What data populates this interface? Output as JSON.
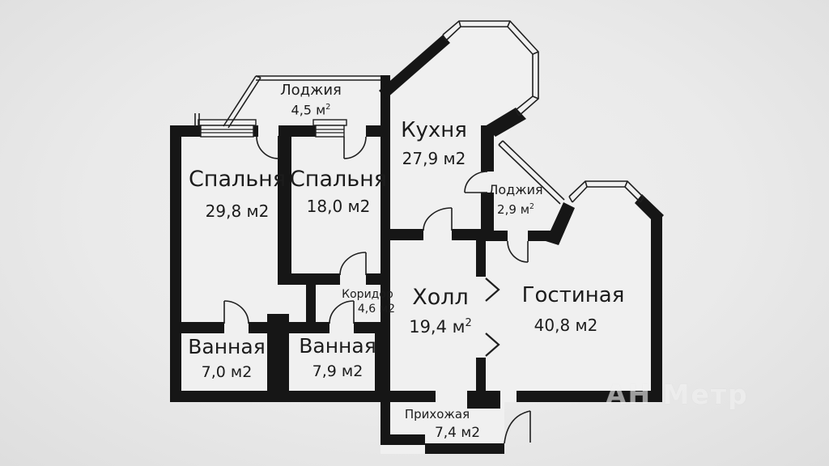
{
  "plan": {
    "title": "apartment-floor-plan",
    "background_color": "#eaeaea",
    "wall_color": "#161616",
    "line_color": "#1f1f1f",
    "text_color": "#1c1c1c",
    "watermark": "АН Метр"
  },
  "rooms": [
    {
      "name": "Лоджия",
      "area": "4,5",
      "unit": "м",
      "exp": "2"
    },
    {
      "name": "Спальня",
      "area": "29,8",
      "unit": "м",
      "exp": "2"
    },
    {
      "name": "Спальня",
      "area": "18,0",
      "unit": "м",
      "exp": "2"
    },
    {
      "name": "Кухня",
      "area": "27,9",
      "unit": "м",
      "exp": "2"
    },
    {
      "name": "Лоджия",
      "area": "2,9",
      "unit": "м",
      "exp": "2"
    },
    {
      "name": "Коридор",
      "area": "4,6",
      "unit": "м",
      "exp": "2"
    },
    {
      "name": "Холл",
      "area": "19,4",
      "unit": "м",
      "exp": "2"
    },
    {
      "name": "Гостиная",
      "area": "40,8",
      "unit": "м",
      "exp": "2"
    },
    {
      "name": "Ванная",
      "area": "7,0",
      "unit": "м",
      "exp": "2"
    },
    {
      "name": "Ванная",
      "area": "7,9",
      "unit": "м",
      "exp": "2"
    },
    {
      "name": "Прихожая",
      "area": "7,4",
      "unit": "м",
      "exp": "2"
    }
  ]
}
